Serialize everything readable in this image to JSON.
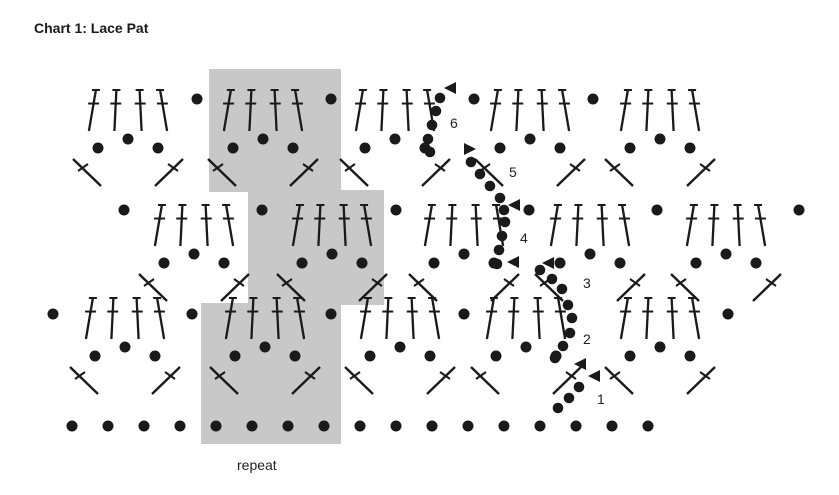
{
  "title": "Chart 1: Lace Pat",
  "repeat_label": "repeat",
  "row_numbers": [
    "1",
    "2",
    "3",
    "4",
    "5",
    "6"
  ],
  "legend_symbols": [
    "chain-stitch-dot",
    "double-crochet-stitch",
    "treble-crochet-stitch",
    "row-direction-arrow"
  ],
  "colors": {
    "ink": "#1a1a1a",
    "repeat_shading": "#c8c8c8"
  }
}
